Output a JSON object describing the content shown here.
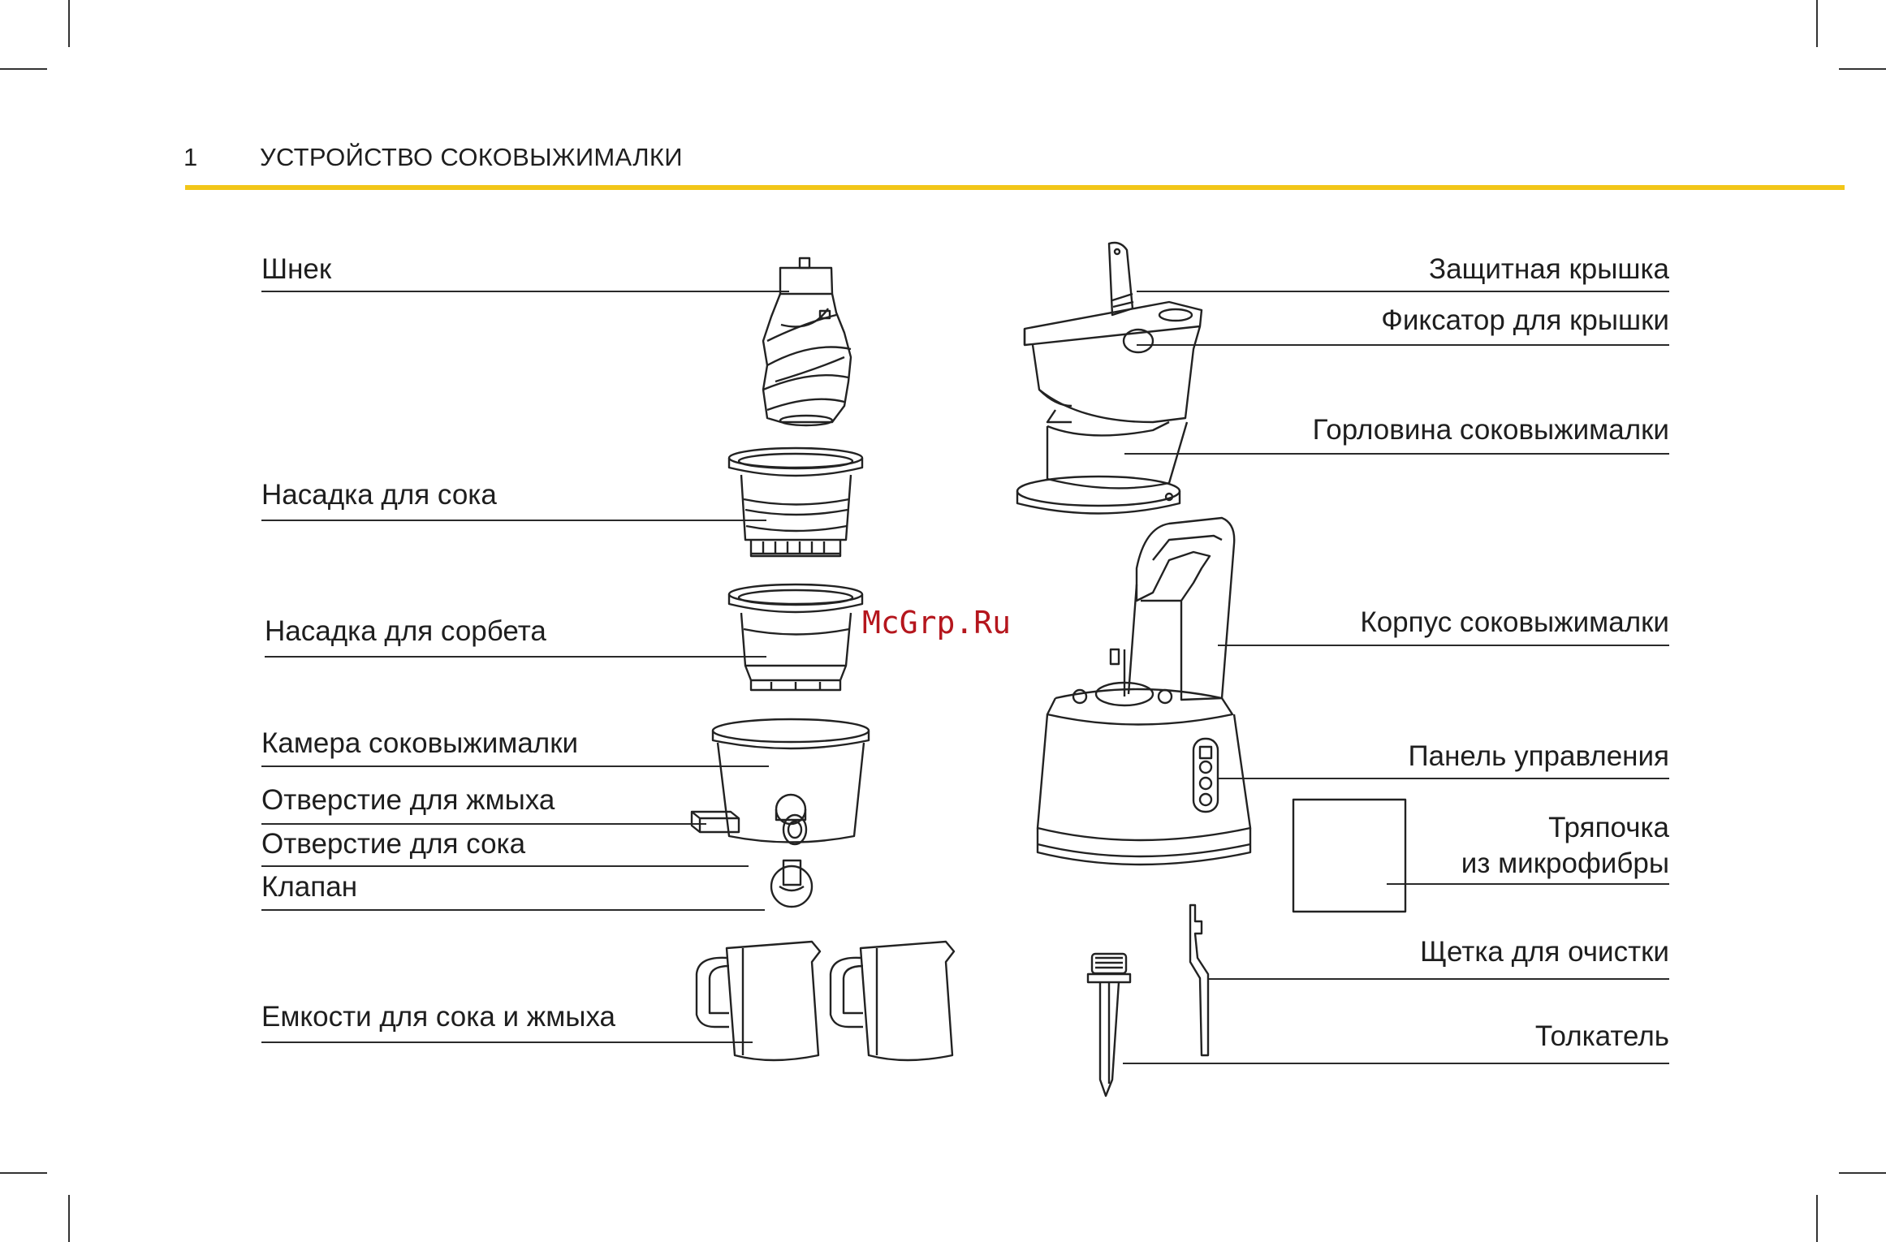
{
  "header": {
    "number": "1",
    "title": "УСТРОЙСТВО СОКОВЫЖИМАЛКИ",
    "rule_color": "#f2c618"
  },
  "watermark": "McGrp.Ru",
  "labels_left": [
    "Шнек",
    "Насадка для сока",
    "Насадка для сорбета",
    "Камера соковыжималки",
    "Отверстие для жмыха",
    "Отверстие для сока",
    "Клапан",
    "Емкости для сока и жмыха"
  ],
  "labels_right": [
    "Защитная крышка",
    "Фиксатор для крышки",
    "Горловина соковыжималки",
    "Корпус соковыжималки",
    "Панель управления",
    "Тряпочка",
    "из микрофибры",
    "Щетка для очистки",
    "Толкатель"
  ],
  "icons": [
    "auger-icon",
    "juice-strainer-icon",
    "sorbet-strainer-icon",
    "juicing-chamber-icon",
    "pulp-outlet-icon",
    "juice-outlet-icon",
    "valve-icon",
    "jug-icon",
    "safety-lid-icon",
    "lid-lock-icon",
    "feed-chute-icon",
    "motor-base-icon",
    "control-panel-icon",
    "microfiber-cloth-icon",
    "cleaning-brush-icon",
    "pusher-icon"
  ]
}
